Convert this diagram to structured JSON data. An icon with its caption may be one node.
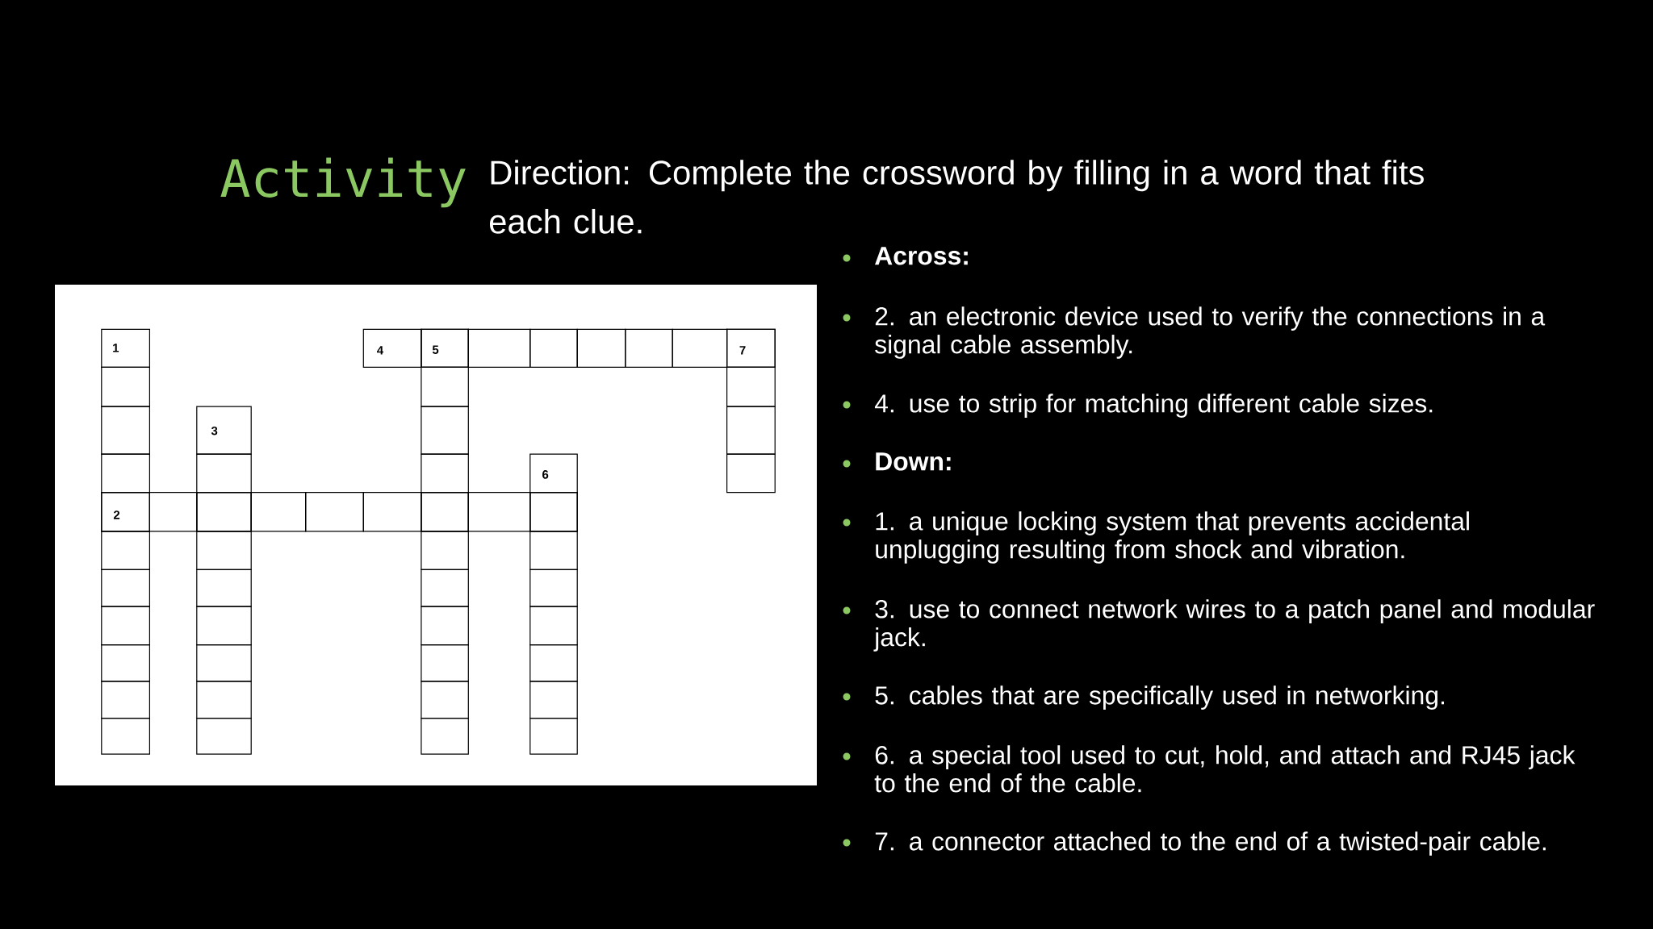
{
  "diagram": {
    "title": "Activity",
    "labels": [
      "Direction: Complete the crossword by filling in a word that fits each clue.",
      "1",
      "4",
      "5",
      "7",
      "3",
      "6",
      "2",
      "Across:",
      "2. an electronic device used to verify the connections in a signal cable assembly.",
      "4. use to strip for matching different cable sizes.",
      "Down:",
      "1. a unique locking system that prevents accidental unplugging resulting from shock and vibration.",
      "3. use to connect network wires to a patch panel and modular jack.",
      "5. cables that are specifically used in networking.",
      "6. a special tool used to cut, hold, and attach and RJ45 jack to the end of the cable.",
      "7. a connector attached to the end of a twisted-pair cable."
    ]
  }
}
